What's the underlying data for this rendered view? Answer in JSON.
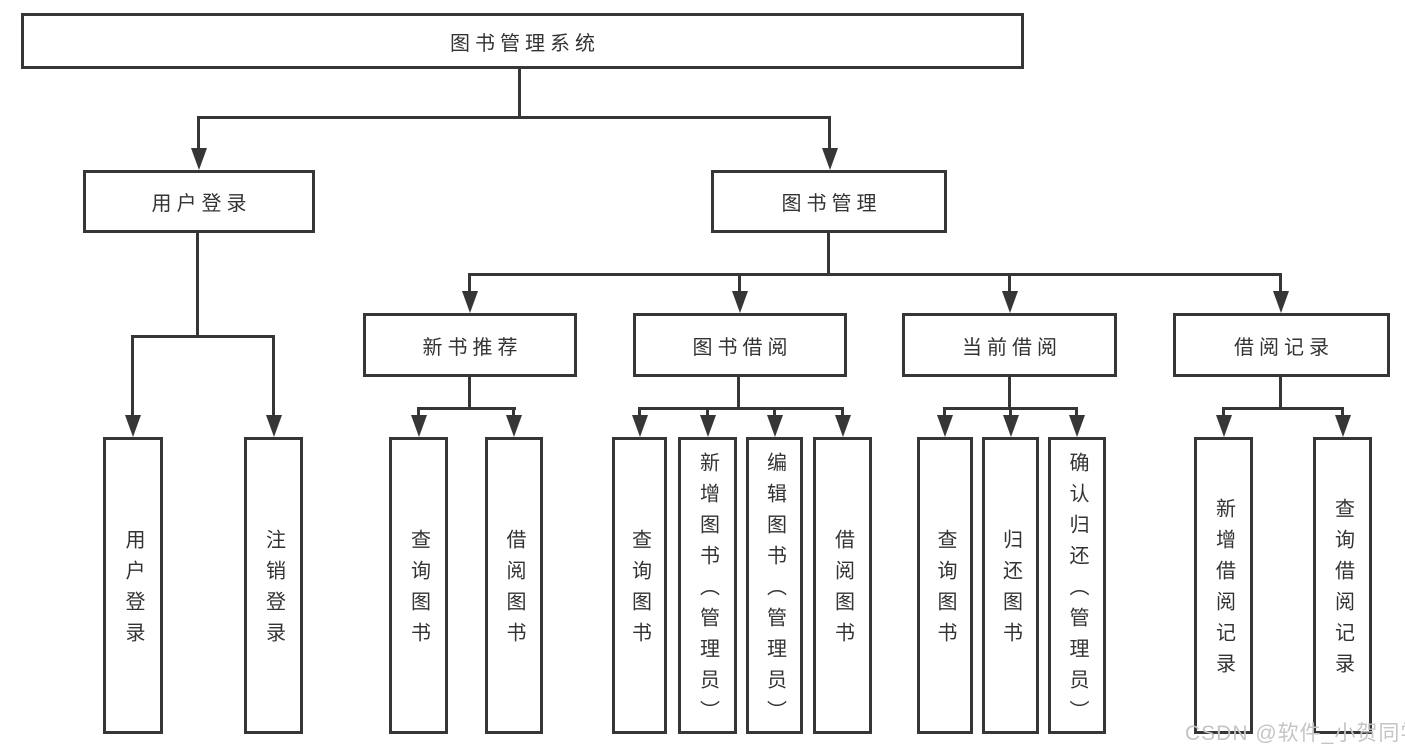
{
  "nodes": {
    "root": "图书管理系统",
    "user_login": "用户登录",
    "book_mgmt": "图书管理",
    "new_book": "新书推荐",
    "book_borrow": "图书借阅",
    "current_borrow": "当前借阅",
    "borrow_records": "借阅记录",
    "ul_children": [
      "用户登录",
      "注销登录"
    ],
    "nb_children": [
      "查询图书",
      "借阅图书"
    ],
    "bb_children": [
      "查询图书",
      "新增图书（管理员）",
      "编辑图书（管理员）",
      "借阅图书"
    ],
    "cb_children": [
      "查询图书",
      "归还图书",
      "确认归还（管理员）"
    ],
    "br_children": [
      "新增借阅记录",
      "查询借阅记录"
    ]
  },
  "watermark": "CSDN @软件_小贺同学",
  "colors": {
    "line": "#363636",
    "text": "#333333",
    "watermark": "#c5c5c5",
    "background": "#ffffff"
  }
}
